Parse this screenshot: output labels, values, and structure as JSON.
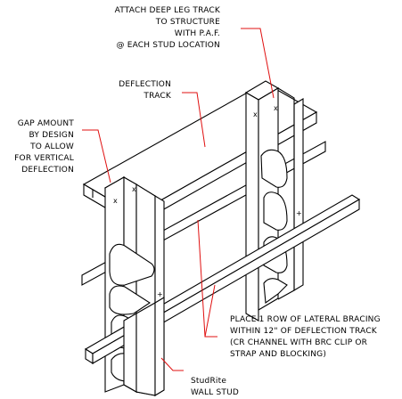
{
  "labels": {
    "attach": [
      "ATTACH DEEP LEG TRACK",
      "TO STRUCTURE",
      "WITH P.A.F.",
      "@ EACH STUD LOCATION"
    ],
    "deflection_track": [
      "DEFLECTION",
      "TRACK"
    ],
    "gap": [
      "GAP AMOUNT",
      "BY DESIGN",
      "TO ALLOW",
      "FOR VERTICAL",
      "DEFLECTION"
    ],
    "bracing": [
      "PLACE 1 ROW OF LATERAL BRACING",
      "WITHIN 12\" OF DEFLECTION TRACK",
      "(CR CHANNEL WITH BRC CLIP OR",
      "STRAP AND BLOCKING)"
    ],
    "stud": [
      "StudRite",
      "WALL STUD"
    ]
  },
  "marks": {
    "fastener": "x",
    "plus": "+"
  },
  "colors": {
    "line": "#000000",
    "leader": "#e01010",
    "background": "#ffffff"
  }
}
